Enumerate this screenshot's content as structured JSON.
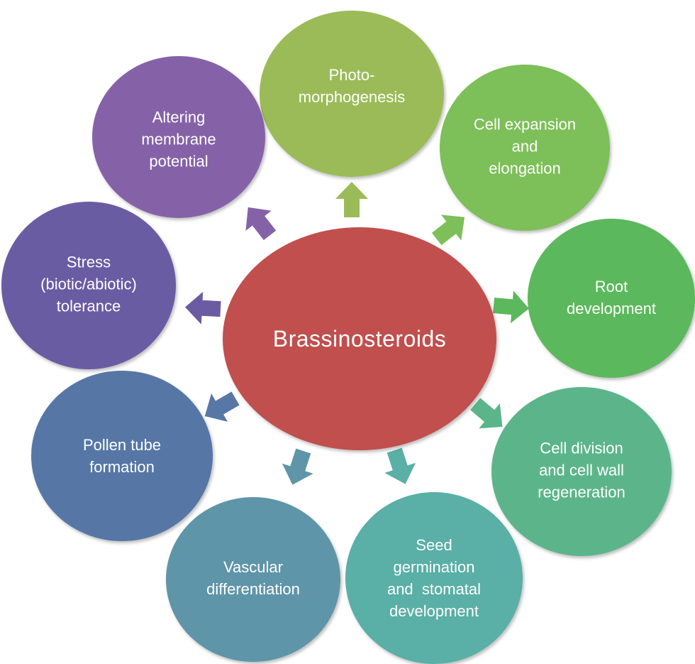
{
  "center": {
    "label": "Brassinosteroids",
    "color": "#C0504D"
  },
  "nodes": [
    {
      "id": "photomorphogenesis",
      "lines": [
        "Photo-",
        "morphogenesis"
      ],
      "color": "#9BBB59"
    },
    {
      "id": "cell-expansion",
      "lines": [
        "Cell expansion",
        "and",
        "elongation"
      ],
      "color": "#7DBF59"
    },
    {
      "id": "root-development",
      "lines": [
        "Root",
        "development"
      ],
      "color": "#5CB85C"
    },
    {
      "id": "cell-division",
      "lines": [
        "Cell division",
        "and cell wall",
        "regeneration"
      ],
      "color": "#5BB58A"
    },
    {
      "id": "seed-germination",
      "lines": [
        "Seed",
        "germination",
        "and  stomatal",
        "development"
      ],
      "color": "#5AAFA6"
    },
    {
      "id": "vascular-differentiation",
      "lines": [
        "Vascular",
        "differentiation"
      ],
      "color": "#5E95A8"
    },
    {
      "id": "pollen-tube",
      "lines": [
        "Pollen tube",
        "formation"
      ],
      "color": "#5777A6"
    },
    {
      "id": "stress-tolerance",
      "lines": [
        "Stress",
        "(biotic/abiotic)",
        "tolerance"
      ],
      "color": "#6A5BA3"
    },
    {
      "id": "membrane-potential",
      "lines": [
        "Altering",
        "membrane",
        "potential"
      ],
      "color": "#8562A8"
    }
  ]
}
